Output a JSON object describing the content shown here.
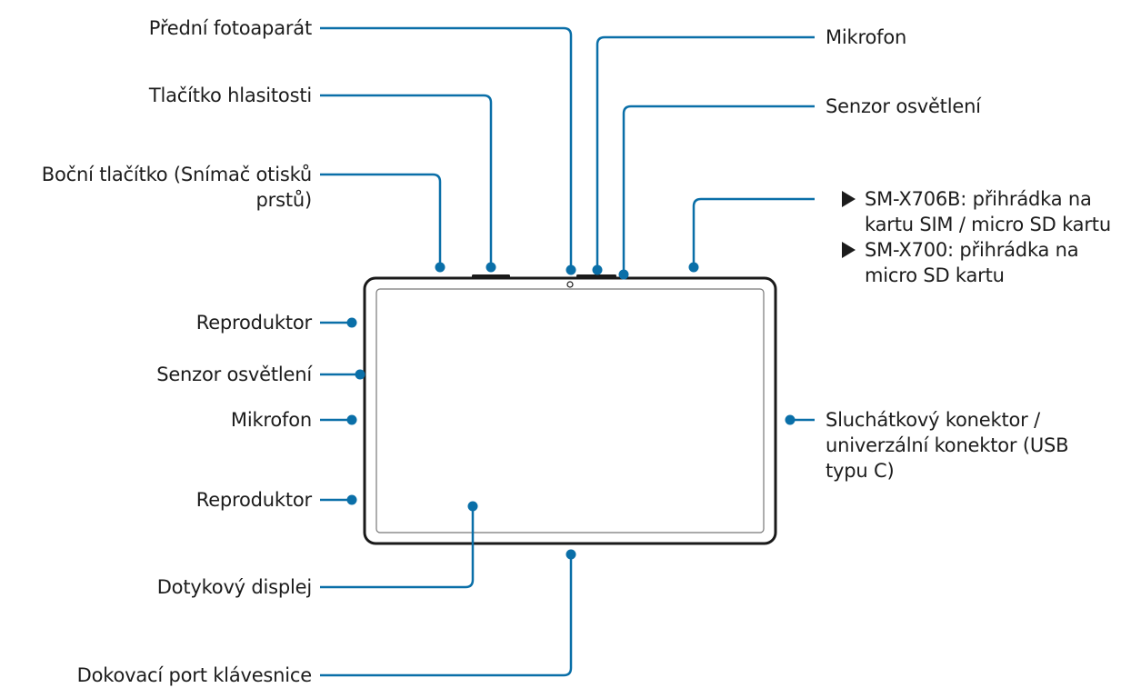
{
  "labels": {
    "front_camera": "Přední fotoaparát",
    "volume_button": "Tlačítko hlasitosti",
    "side_button_line1": "Boční tlačítko (Snímač otisků",
    "side_button_line2": "prstů)",
    "speaker_top": "Reproduktor",
    "light_sensor_left": "Senzor osvětlení",
    "microphone_left": "Mikrofon",
    "speaker_bottom": "Reproduktor",
    "touchscreen": "Dotykový displej",
    "keyboard_dock": "Dokovací port klávesnice",
    "microphone_top": "Mikrofon",
    "light_sensor_top": "Senzor osvětlení",
    "tray_x706b_line1": "SM-X706B: přihrádka na",
    "tray_x706b_line2": "kartu SIM / micro SD kartu",
    "tray_x700_line1": "SM-X700: přihrádka na",
    "tray_x700_line2": "micro SD kartu",
    "connector_line1": "Sluchátkový konektor /",
    "connector_line2": "univerzální konektor (USB",
    "connector_line3": "typu C)"
  },
  "colors": {
    "callout": "#0a6fa8",
    "text": "#1c1c1c",
    "device": "#1a1a1a"
  }
}
